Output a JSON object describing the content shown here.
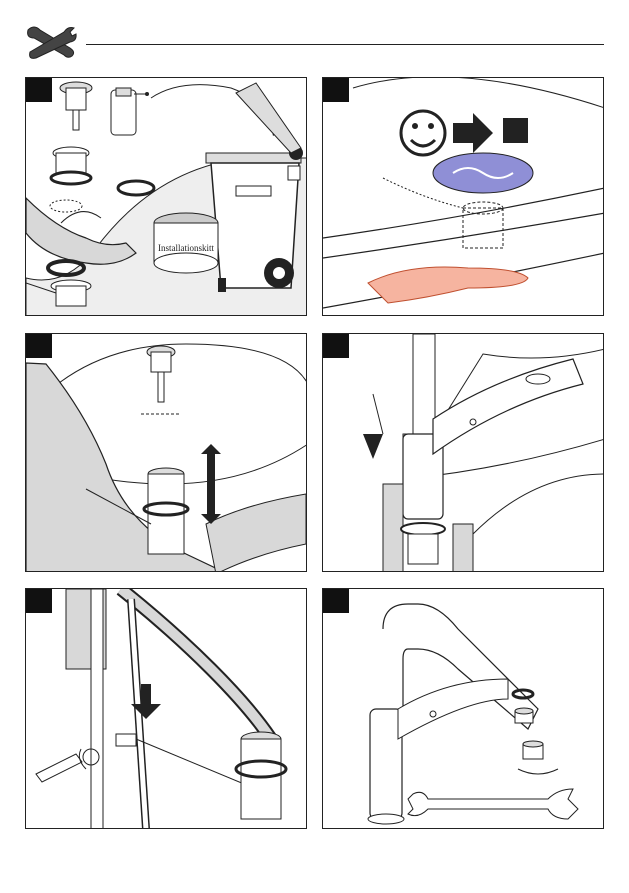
{
  "manual": {
    "header": {
      "icon": "tools-icon"
    },
    "panels": [
      {
        "id": 1,
        "illustration": "remove-old-drain-dispose"
      },
      {
        "id": 2,
        "illustration": "check-drain-ok",
        "icon": "smiley-icon"
      },
      {
        "id": 3,
        "illustration": "insert-pop-up-drain"
      },
      {
        "id": 4,
        "illustration": "lift-rod-insert"
      },
      {
        "id": 5,
        "illustration": "tighten-screw-connection"
      },
      {
        "id": 6,
        "illustration": "aerator-maintenance"
      }
    ],
    "labels": {
      "jar": "Installationskitt"
    },
    "colors": {
      "ink": "#222222",
      "panel_fill": "#d8d8d8",
      "highlight": "#8f8fd6",
      "skin": "#f6b4a0"
    }
  }
}
